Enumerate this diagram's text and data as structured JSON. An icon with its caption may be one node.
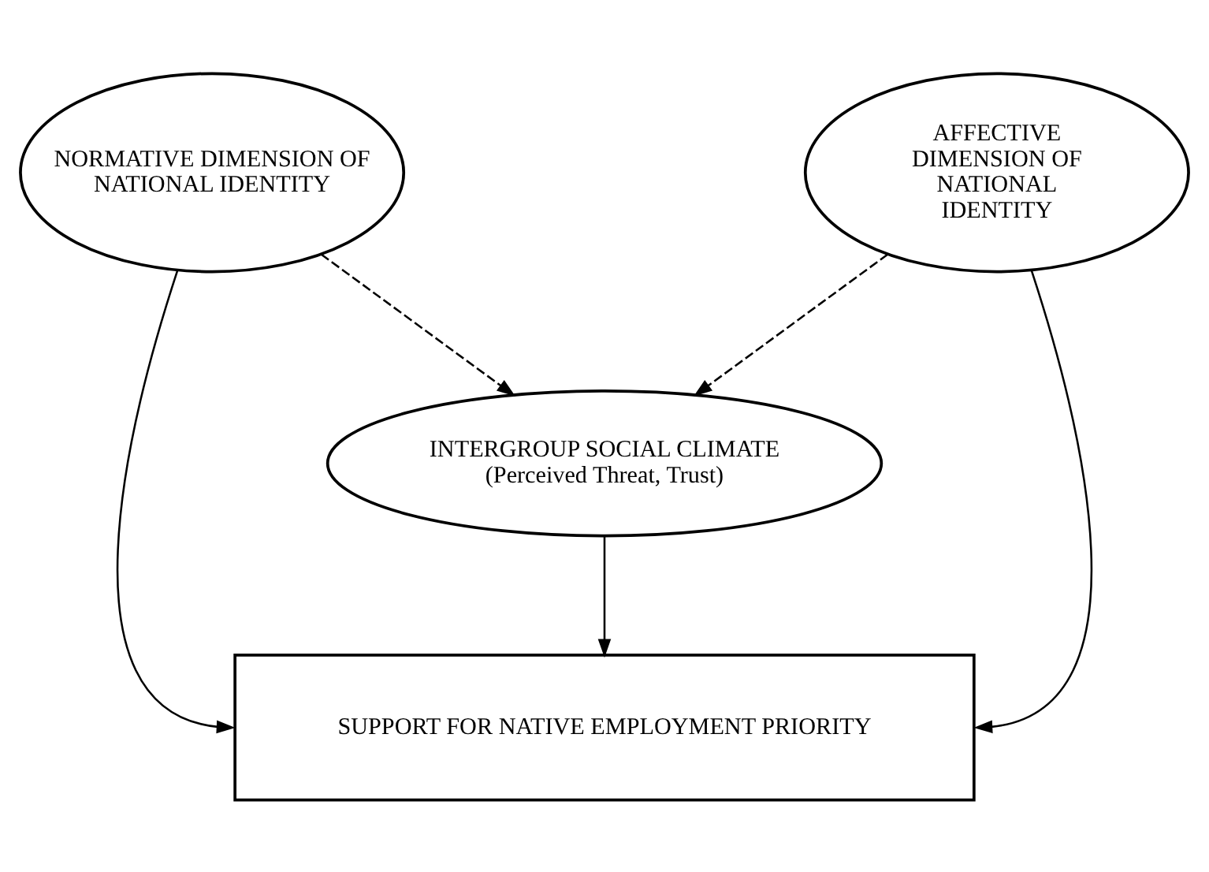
{
  "diagram": {
    "nodes": [
      {
        "text": [
          "NORMATIVE DIMENSION OF NATIONAL IDENTITY"
        ]
      },
      {
        "text": [
          "AFFECTIVE DIMENSION OF NATIONAL IDENTITY"
        ]
      },
      {
        "text": [
          "INTERGROUP SOCIAL CLIMATE",
          "(Perceived Threat, Trust)"
        ]
      },
      {
        "text": [
          "SUPPORT FOR NATIVE EMPLOYMENT PRIORITY"
        ]
      }
    ],
    "edges": [
      {
        "from": 0,
        "to": 2,
        "arrow": "to",
        "style": "dashed"
      },
      {
        "from": 1,
        "to": 2,
        "arrow": "to",
        "style": "dashed"
      },
      {
        "from": 0,
        "to": 3,
        "arrow": "to"
      },
      {
        "from": 2,
        "to": 3,
        "arrow": "to"
      },
      {
        "from": 1,
        "to": 3,
        "arrow": "to"
      }
    ]
  }
}
